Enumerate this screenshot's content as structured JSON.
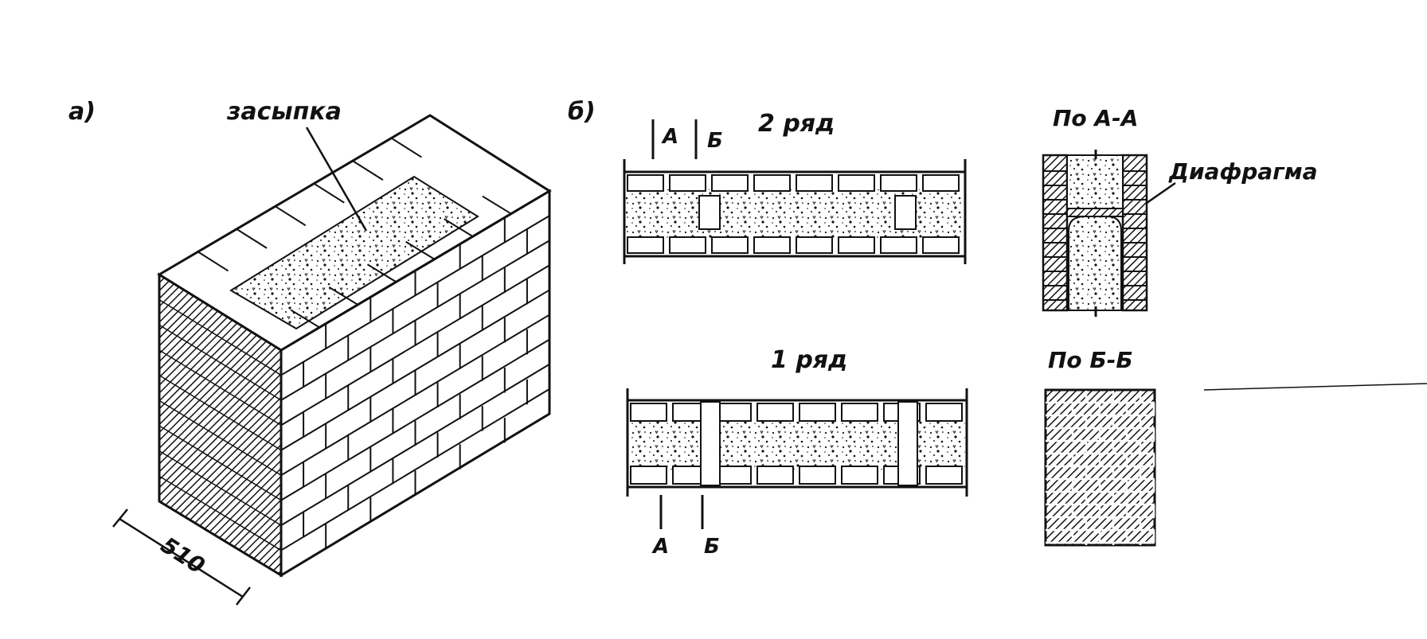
{
  "labels": {
    "panel_a": "а)",
    "panel_b": "б)",
    "fill": "засыпка",
    "dimension": "510",
    "row2": "2 ряд",
    "row1": "1 ряд",
    "section_aa": "По А-А",
    "section_bb": "По Б-Б",
    "diaphragm": "Диафрагма",
    "cut_a_top": "А",
    "cut_b_top": "Б",
    "cut_a_bottom": "А",
    "cut_b_bottom": "Б"
  },
  "colors": {
    "ink": "#111111",
    "paper": "#ffffff"
  }
}
